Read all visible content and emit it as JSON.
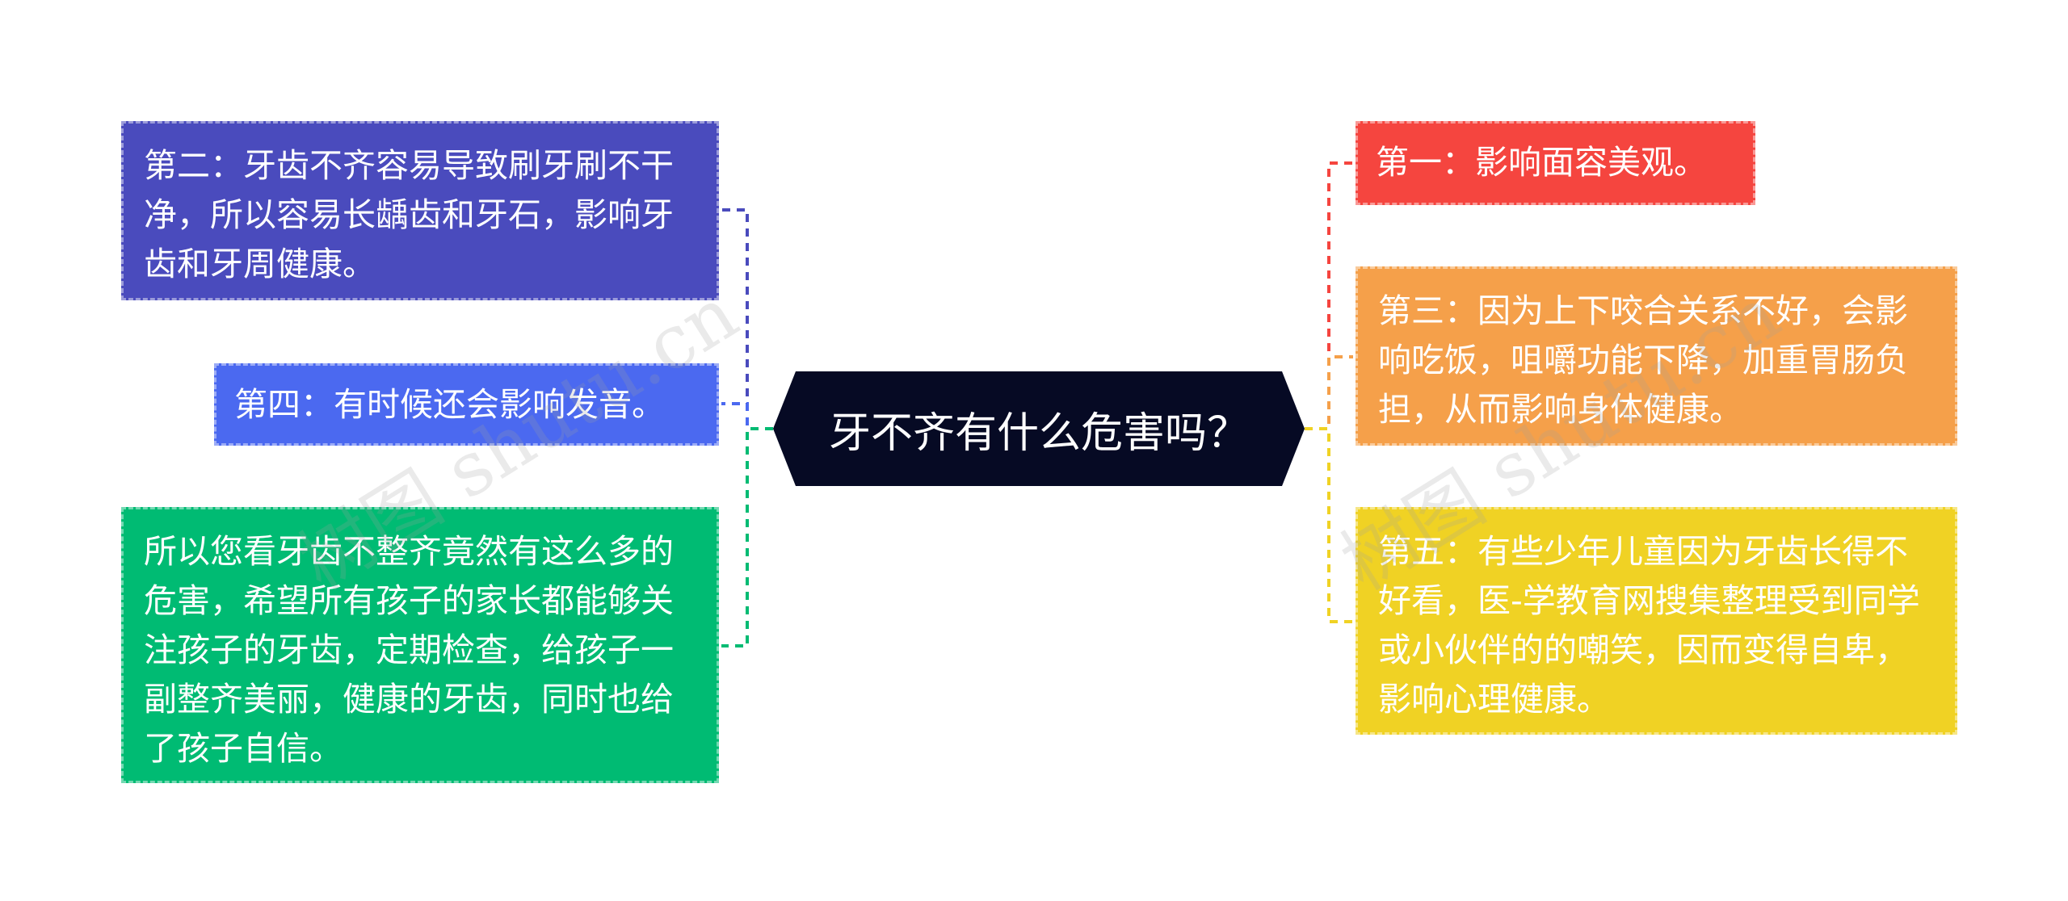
{
  "central": {
    "label": "牙不齐有什么危害吗？"
  },
  "nodes": {
    "n2": {
      "text": "第二：牙齿不齐容易导致刷牙刷不干净，所以容易长龋齿和牙石，影响牙齿和牙周健康。",
      "color": "#4a4bbd"
    },
    "n4": {
      "text": "第四：有时候还会影响发音。",
      "color": "#4b69f0"
    },
    "nsum": {
      "text": "所以您看牙齿不整齐竟然有这么多的危害，希望所有孩子的家长都能够关注孩子的牙齿，定期检查，给孩子一副整齐美丽，健康的牙齿，同时也给了孩子自信。",
      "color": "#00bb73"
    },
    "n1": {
      "text": "第一：影响面容美观。",
      "color": "#f5453f"
    },
    "n3": {
      "text": "第三：因为上下咬合关系不好，会影响吃饭，咀嚼功能下降，加重胃肠负担，从而影响身体健康。",
      "color": "#f5a04a"
    },
    "n5": {
      "text": "第五：有些少年儿童因为牙齿长得不好看，医-学教育网搜集整理受到同学或小伙伴的的嘲笑，因而变得自卑，影响心理健康。",
      "color": "#f0d224"
    }
  },
  "central_color": "#060a24",
  "watermark": "树图 shutu.cn"
}
